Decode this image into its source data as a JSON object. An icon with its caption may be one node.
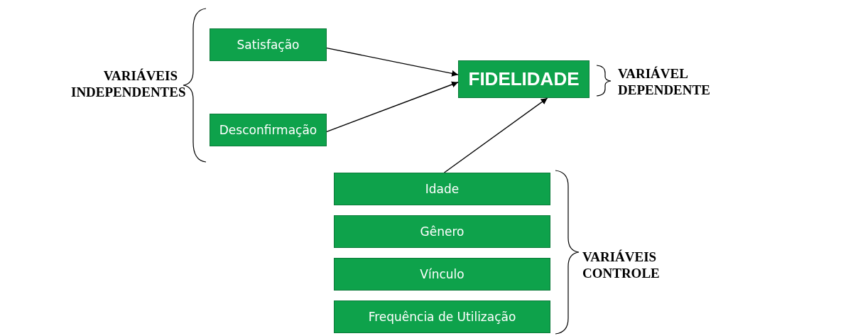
{
  "diagram": {
    "nodes": [
      {
        "text": [
          "Satisfação"
        ]
      },
      {
        "text": [
          "Desconfirmação"
        ]
      },
      {
        "text": [
          "FIDELIDADE"
        ]
      },
      {
        "text": [
          "Idade"
        ]
      },
      {
        "text": [
          "Gênero"
        ]
      },
      {
        "text": [
          "Vínculo"
        ]
      },
      {
        "text": [
          "Frequência de Utilização"
        ]
      }
    ],
    "edges": [
      {
        "from": 0,
        "to": 2,
        "arrow": "to"
      },
      {
        "from": 1,
        "to": 2,
        "arrow": "to"
      },
      {
        "from": 3,
        "to": 2,
        "arrow": "to"
      }
    ],
    "labels": [
      "VARIÁVEIS INDEPENDENTES",
      "VARIÁVEL DEPENDENTE",
      "VARIÁVEIS CONTROLE"
    ]
  }
}
